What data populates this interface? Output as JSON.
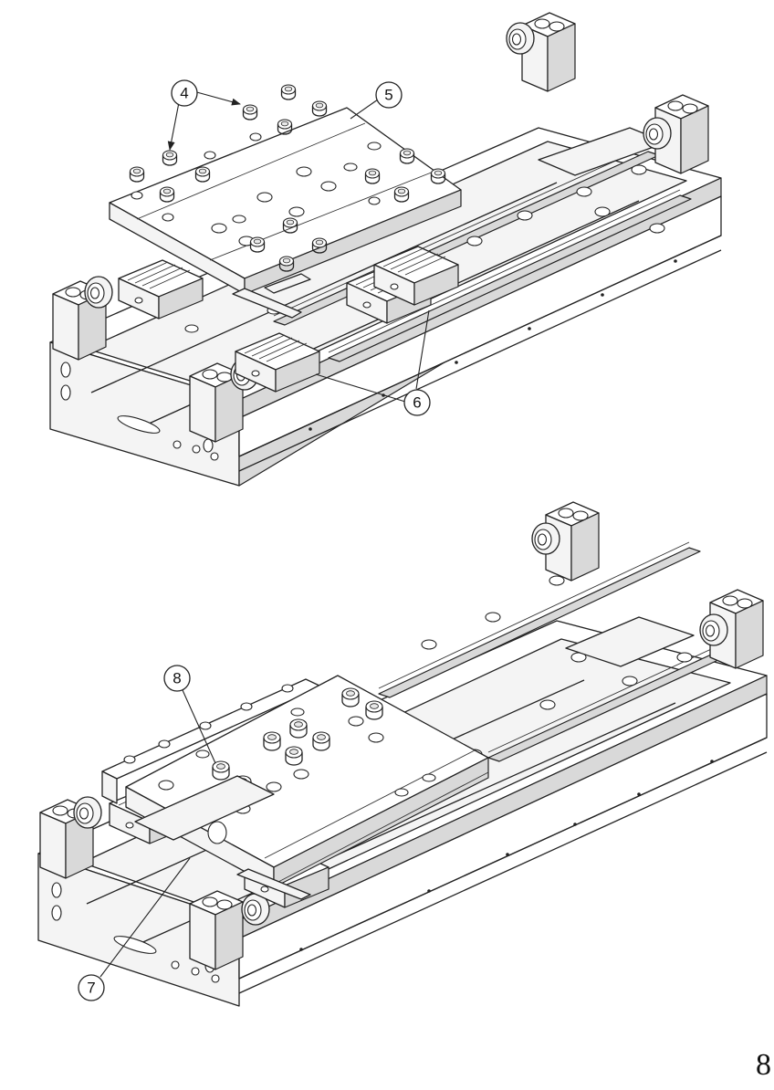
{
  "callouts": {
    "top": [
      {
        "label": "4"
      },
      {
        "label": "5"
      },
      {
        "label": "6"
      }
    ],
    "bottom": [
      {
        "label": "8"
      },
      {
        "label": "7"
      }
    ]
  },
  "page_number": "8"
}
